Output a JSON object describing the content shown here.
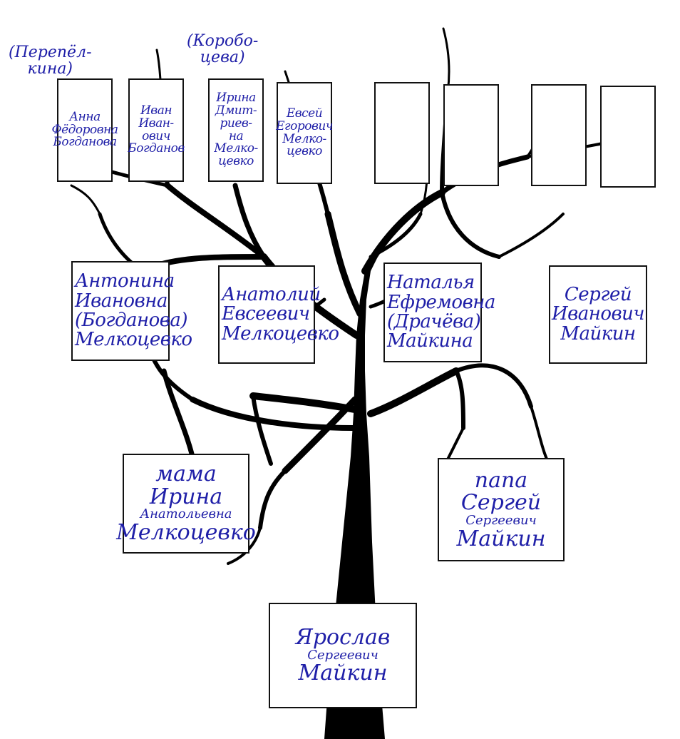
{
  "tree": {
    "ink_color": "#1f1fa8",
    "trunk_color": "#000000"
  },
  "notes": {
    "great_grandmother_maiden": [
      "(Перепёл-",
      "кина)"
    ],
    "great_grandmother2_maiden": [
      "(Коробо-",
      "цева)"
    ]
  },
  "great_grandparents": [
    {
      "lines": [
        "Анна",
        "Фёдоровна",
        "Богданова"
      ]
    },
    {
      "lines": [
        "Иван",
        "Иван-",
        "ович",
        "Богданов"
      ]
    },
    {
      "lines": [
        "Ирина",
        "Дмит-",
        "риев-",
        "на",
        "Мелко-",
        "цевко"
      ]
    },
    {
      "lines": [
        "Евсей",
        "Егорович",
        "Мелко-",
        "цевко"
      ]
    },
    {
      "lines": []
    },
    {
      "lines": []
    },
    {
      "lines": []
    },
    {
      "lines": []
    }
  ],
  "grandparents": [
    {
      "lines": [
        "Антонина",
        "Ивановна",
        "(Богданова)",
        "Мелкоцевко"
      ]
    },
    {
      "lines": [
        "Анатолий",
        "Евсеевич",
        "Мелкоцевко"
      ]
    },
    {
      "lines": [
        "Наталья",
        "Ефремовна",
        "(Драчёва)",
        "Майкина"
      ]
    },
    {
      "lines": [
        "Сергей",
        "Иванович",
        "Майкин"
      ]
    }
  ],
  "parents": {
    "mother": {
      "lines": [
        "мама",
        "Ирина",
        "Анатольевна",
        "Мелкоцевко"
      ]
    },
    "father": {
      "lines": [
        "папа",
        "Сергей",
        "Сергеевич",
        "Майкин"
      ]
    }
  },
  "child": {
    "lines": [
      "Ярослав",
      "Сергеевич",
      "Майкин"
    ]
  }
}
